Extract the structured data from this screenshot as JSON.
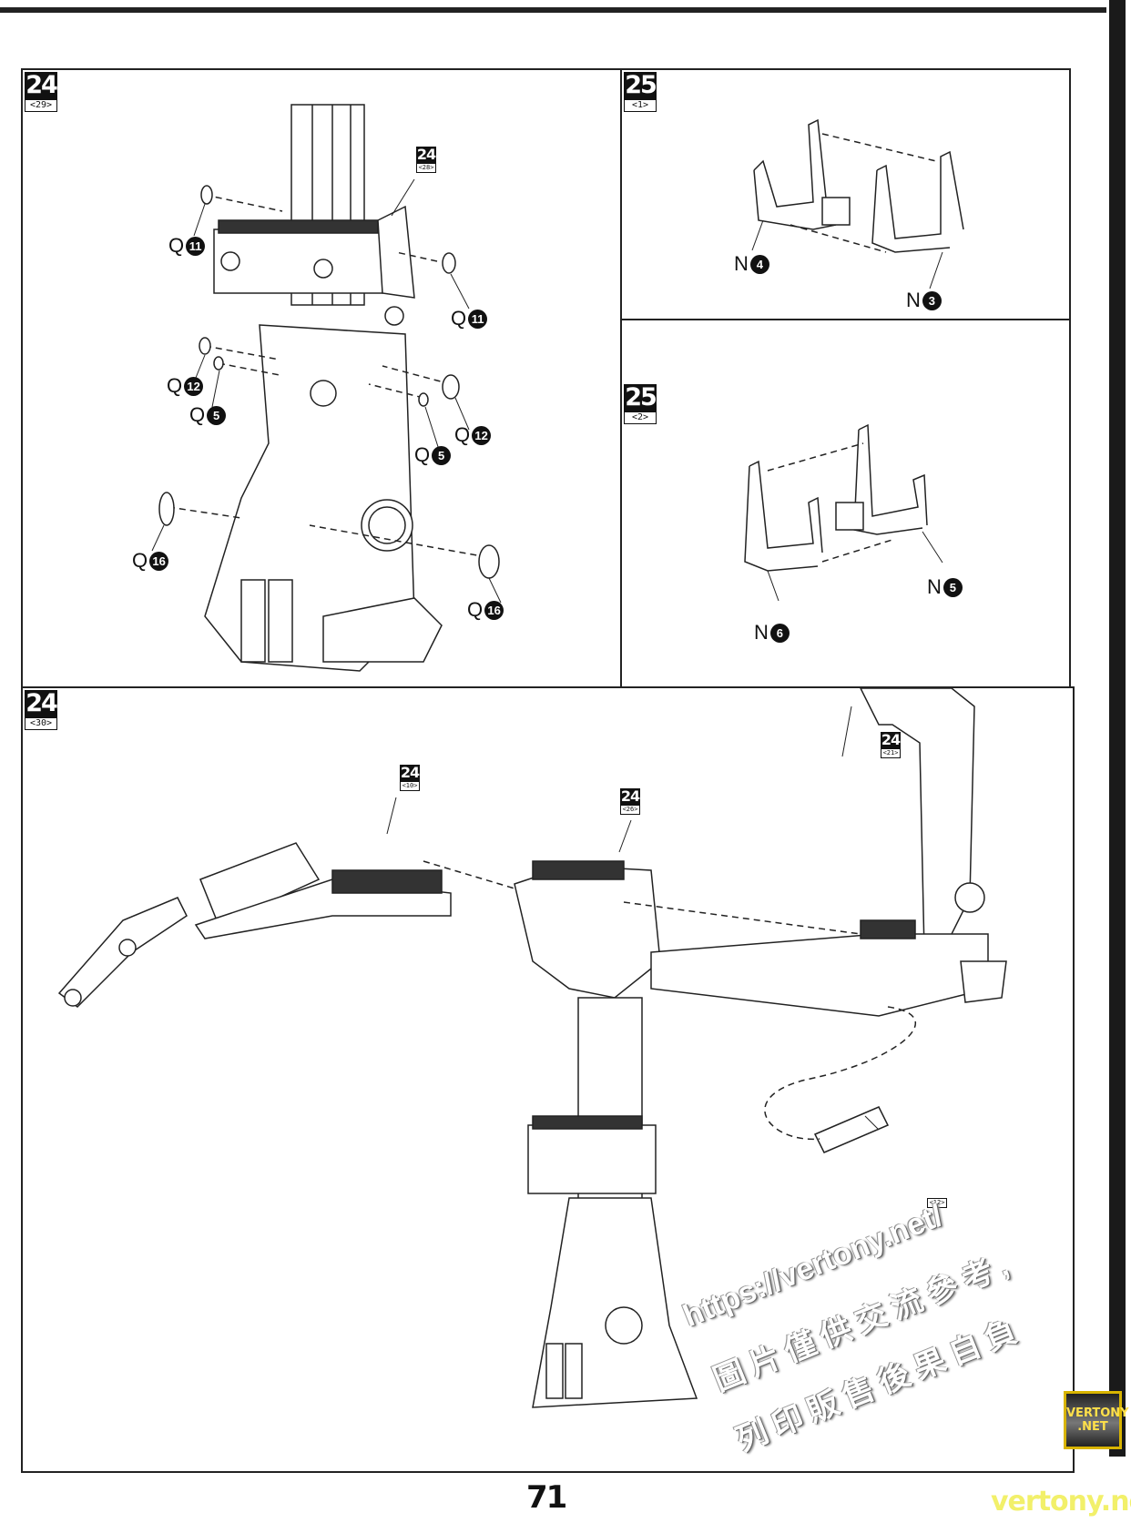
{
  "page_number": "71",
  "steps": [
    {
      "num": "24",
      "sub": "<29>"
    },
    {
      "num": "25",
      "sub": "<1>"
    },
    {
      "num": "25",
      "sub": "<2>"
    },
    {
      "num": "24",
      "sub": "<30>"
    }
  ],
  "refs": {
    "p1_ref": {
      "num": "24",
      "sub": "<28>"
    },
    "p4_ref_a": {
      "num": "24",
      "sub": "<10>"
    },
    "p4_ref_b": {
      "num": "24",
      "sub": "<26>"
    },
    "p4_ref_c": {
      "num": "24",
      "sub": "<21>"
    },
    "p4_ref_d": {
      "sub": "<12>"
    }
  },
  "parts": {
    "q11_left": {
      "letter": "Q",
      "n": "11"
    },
    "q11_right": {
      "letter": "Q",
      "n": "11"
    },
    "q12_left": {
      "letter": "Q",
      "n": "12"
    },
    "q5_left": {
      "letter": "Q",
      "n": "5"
    },
    "q12_right": {
      "letter": "Q",
      "n": "12"
    },
    "q5_right": {
      "letter": "Q",
      "n": "5"
    },
    "q16_left": {
      "letter": "Q",
      "n": "16"
    },
    "q16_right": {
      "letter": "Q",
      "n": "16"
    },
    "n4": {
      "letter": "N",
      "n": "4"
    },
    "n3": {
      "letter": "N",
      "n": "3"
    },
    "n5": {
      "letter": "N",
      "n": "5"
    },
    "n6": {
      "letter": "N",
      "n": "6"
    }
  },
  "watermark": {
    "url": "https://vertony.net/",
    "line1": "圖片僅供交流參考,",
    "line2": "列印販售後果自負",
    "logo_line1": "VERTONY",
    "logo_line2": ".NET",
    "site": "vertony.net"
  }
}
